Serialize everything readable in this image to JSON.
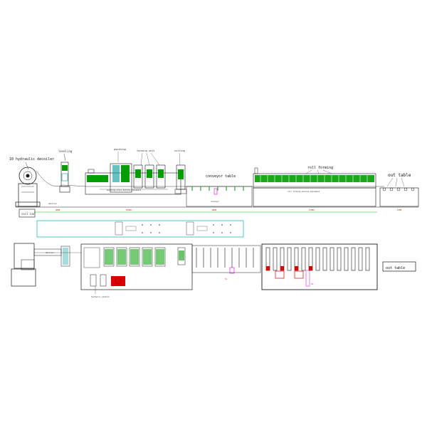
{
  "elevation": {
    "labels": {
      "decoiler": "10 hydraulic decoiler",
      "leveling": "leveling",
      "punching": "punching",
      "forming_unit": "forming unit",
      "cutting": "cutting",
      "conveyor_table": "conveyor table",
      "roll_forming": "roll forming",
      "out_table": "out table",
      "coil_car": "coil car"
    },
    "small_text": {
      "decoiler_base": "decoiler",
      "punch_base": "punching press machine equipment",
      "conveyor_base": "conveyor",
      "roll_base": "roll forming machine equipment"
    },
    "dimensions": [
      "4000",
      "10500",
      "8000",
      "17000",
      "1200"
    ]
  },
  "plan": {
    "labels": {
      "hydraulic_station": "hydraulic station",
      "out_table": "out table",
      "decoiler_plan": "decoiler"
    },
    "marker": "SV"
  },
  "colors": {
    "frame": "#1a1a1a",
    "roller": "#00a000",
    "accent": "#009a9a",
    "dimension": "#00c800",
    "motor": "#e00000",
    "highlight": "#d000d0"
  },
  "icons": [
    "gear-icon"
  ]
}
